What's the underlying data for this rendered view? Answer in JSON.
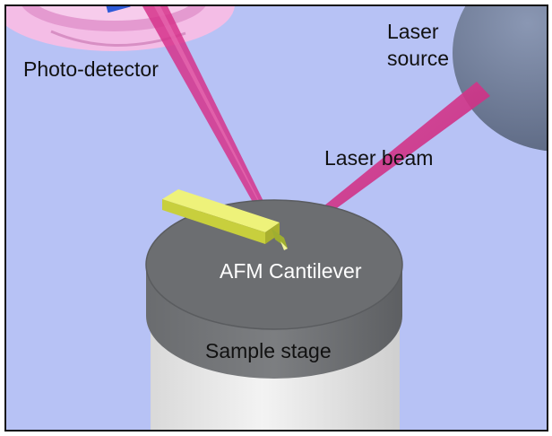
{
  "labels": {
    "photo_detector": "Photo-detector",
    "laser_source_line1": "Laser",
    "laser_source_line2": "source",
    "laser_beam": "Laser beam",
    "afm_cantilever": "AFM Cantilever",
    "sample_stage": "Sample stage"
  },
  "colors": {
    "background": "#b7c2f5",
    "detector": "#f4bde6",
    "laser_beam": "#d6338b",
    "cantilever": "#dde85a",
    "stage_top": "#6b6d70",
    "stage_side": "#e6e6e6",
    "laser_source": "#6f7c99"
  }
}
